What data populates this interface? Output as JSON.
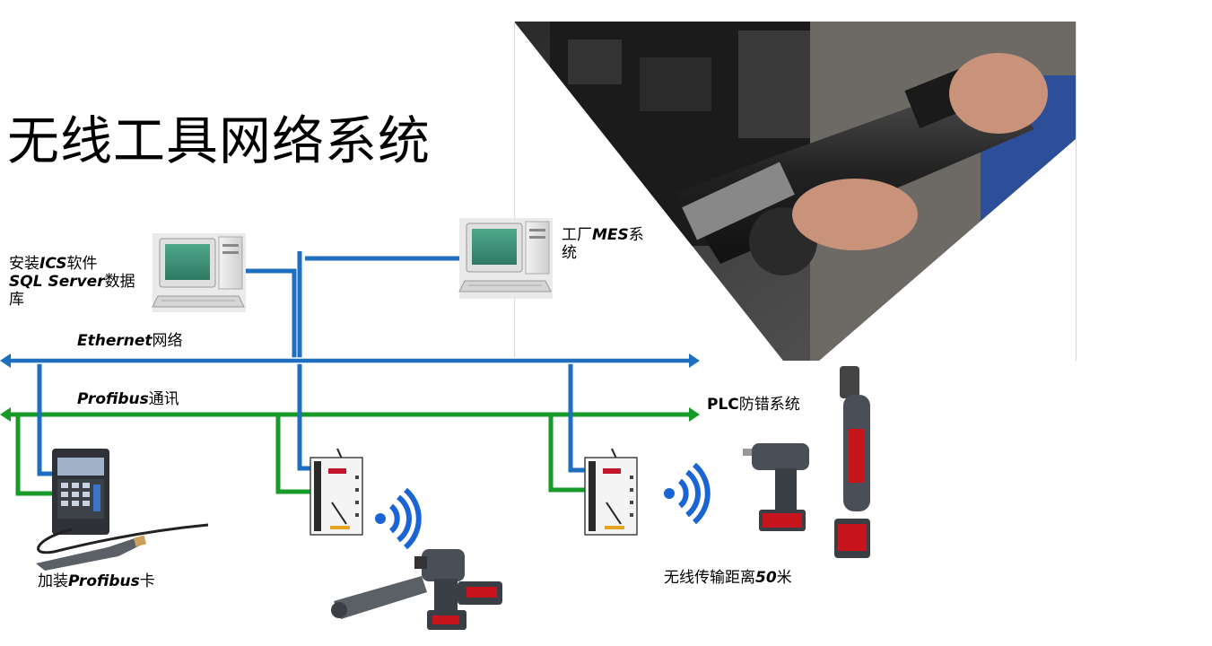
{
  "title": "无线工具网络系统",
  "labels": {
    "ics_line1_a": "安装",
    "ics_line1_b": "ICS",
    "ics_line1_c": "软件",
    "ics_line2_a": "SQL Server",
    "ics_line2_b": "数据",
    "ics_line3": "库",
    "mes_a": "工厂",
    "mes_b": "MES",
    "mes_c": "系",
    "mes_line2": "统",
    "ethernet_a": "Ethernet",
    "ethernet_b": "网络",
    "profibus_a": "Profibus",
    "profibus_b": "通讯",
    "plc_a": "PLC",
    "plc_b": "防错系统",
    "card_a": "加装",
    "card_b": "Profibus",
    "card_c": "卡",
    "wireless_a": "无线传输距离",
    "wireless_b": "50",
    "wireless_c": "米"
  },
  "colors": {
    "ethernet_line": "#1f6fc0",
    "profibus_line": "#179a27",
    "line_outline": "#ffffff",
    "wifi_blue": "#1a64d4",
    "tool_gray": "#4a4f57",
    "battery_red": "#c8141c"
  },
  "icons": [
    "computer-icon",
    "controller-icon",
    "access-point-icon",
    "wifi-icon",
    "impact-wrench-icon",
    "drill-icon",
    "angle-wrench-icon"
  ]
}
